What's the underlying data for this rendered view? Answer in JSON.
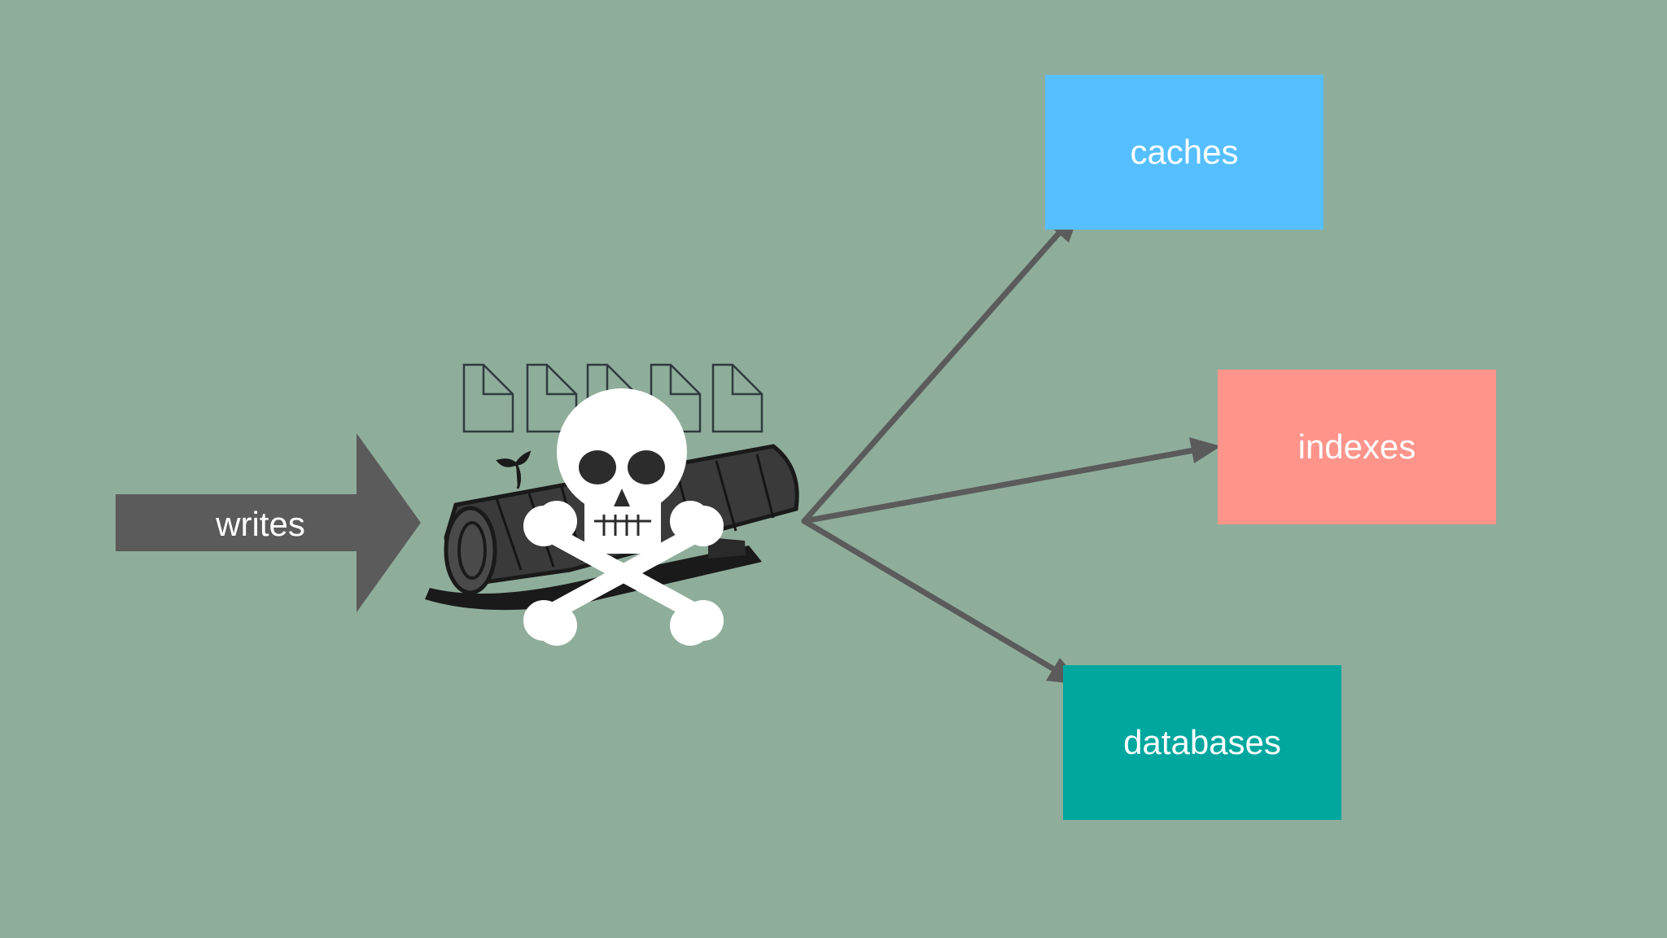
{
  "colors": {
    "background": "#8fad9b",
    "arrow": "#5b5b5b",
    "caches": "#56bfff",
    "indexes": "#ff948b",
    "databases": "#00a79e",
    "file_outline": "#2f3b3e",
    "log": "#1a1a1a",
    "skull": "#ffffff"
  },
  "input_arrow": {
    "label": "writes"
  },
  "log": {
    "file_count": 5,
    "icons": [
      "file-icon",
      "log-icon",
      "skull-and-crossbones-icon"
    ]
  },
  "destinations": [
    {
      "id": "caches",
      "label": "caches"
    },
    {
      "id": "indexes",
      "label": "indexes"
    },
    {
      "id": "databases",
      "label": "databases"
    }
  ]
}
